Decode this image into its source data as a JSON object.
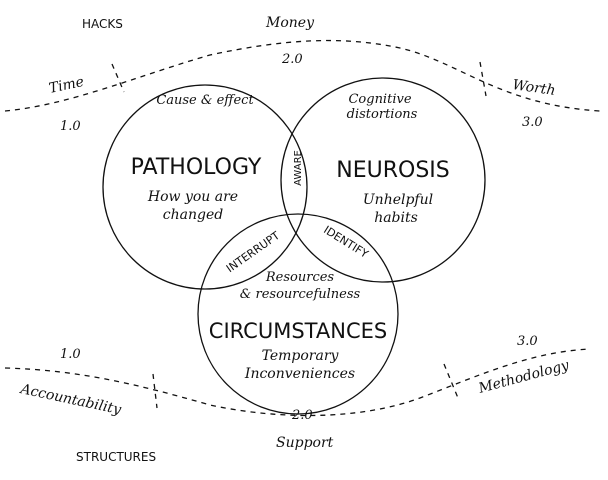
{
  "hacks": {
    "heading": "HACKS",
    "labels": {
      "money": "Money",
      "time": "Time",
      "worth": "Worth",
      "v1": "1.0",
      "v2": "2.0",
      "v3": "3.0"
    }
  },
  "structures": {
    "heading": "STRUCTURES",
    "labels": {
      "accountability": "Accountability",
      "methodology": "Methodology",
      "support": "Support",
      "v1": "1.0",
      "v2": "2.0",
      "v3": "3.0"
    }
  },
  "pathology": {
    "title": "PATHOLOGY",
    "top_note": "Cause & effect",
    "desc_line1": "How you are",
    "desc_line2": "changed"
  },
  "neurosis": {
    "title": "NEUROSIS",
    "top_line1": "Cognitive",
    "top_line2": "distortions",
    "desc_line1": "Unhelpful",
    "desc_line2": "habits"
  },
  "circumstances": {
    "title": "CIRCUMSTANCES",
    "top_line1": "Resources",
    "top_line2": "& resourcefulness",
    "desc_line1": "Temporary",
    "desc_line2": "Inconveniences"
  },
  "intersections": {
    "aware": "AWARE",
    "interrupt": "INTERRUPT",
    "identify": "IDENTIFY"
  }
}
